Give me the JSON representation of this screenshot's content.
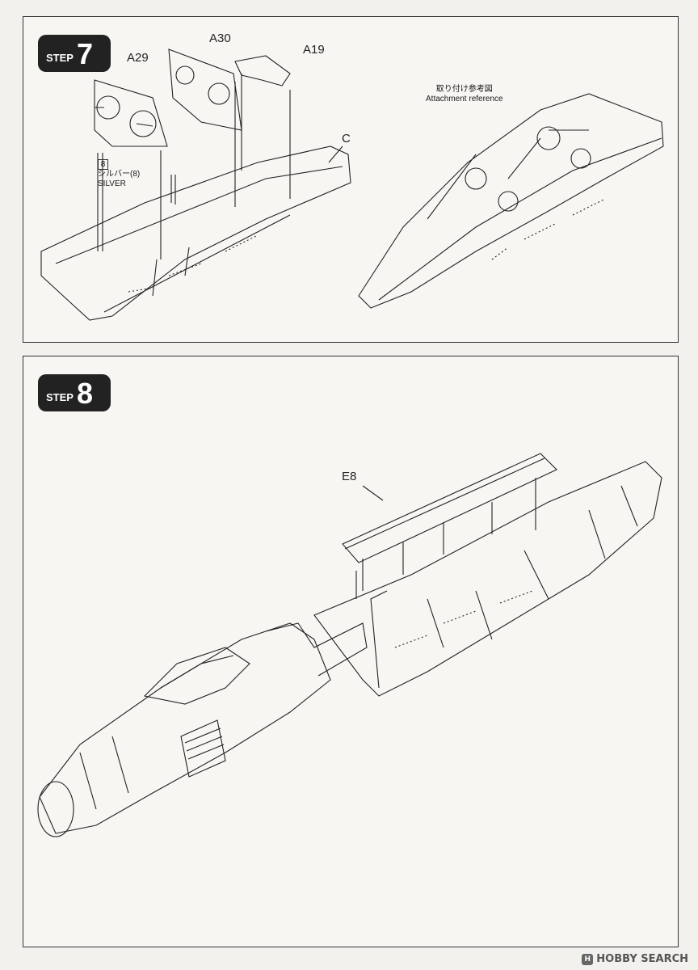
{
  "step7": {
    "word": "STEP",
    "number": "7",
    "parts": {
      "a29": "A29",
      "a30": "A30",
      "a19": "A19",
      "c": "C"
    },
    "paint": {
      "code": "8",
      "jp": "シルバー(8)",
      "en": "SILVER"
    },
    "reference": {
      "jp": "取り付け参考図",
      "en": "Attachment reference"
    }
  },
  "step8": {
    "word": "STEP",
    "number": "8",
    "parts": {
      "e8": "E8"
    }
  },
  "watermark": {
    "icon": "H",
    "text": "HOBBY SEARCH"
  }
}
